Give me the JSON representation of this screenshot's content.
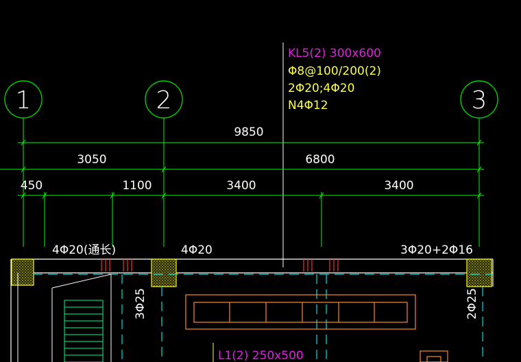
{
  "colors": {
    "background": "#000000",
    "axis": "#00d000",
    "dimension": "#00ff00",
    "text_white": "#ffffff",
    "beam_label": "#e020e0",
    "rebar_label": "#ffff40",
    "column": "#ffff00",
    "rebar_red": "#ff3030",
    "dashed": "#00e0e0",
    "orange": "#ff8a2a",
    "stair": "#00ff80"
  },
  "axes": [
    {
      "label": "1"
    },
    {
      "label": "2"
    },
    {
      "label": "3"
    }
  ],
  "dimensions": {
    "overall": "9850",
    "span_1": "3050",
    "span_2": "6800",
    "seg_1": "450",
    "seg_2": "1100",
    "seg_3": "3400",
    "seg_4": "3400"
  },
  "beam": {
    "name": "KL5(2) 300x600",
    "stirrup": "Φ8@100/200(2)",
    "main_bars": "2Φ20;4Φ20",
    "side_bars": "N4Φ12"
  },
  "support_bars": {
    "left": "4Φ20(通长)",
    "middle": "4Φ20",
    "right": "3Φ20+2Φ16"
  },
  "column_bars": {
    "left": "3Φ25",
    "right": "2Φ25"
  },
  "secondary_beam": "L1(2) 250x500"
}
